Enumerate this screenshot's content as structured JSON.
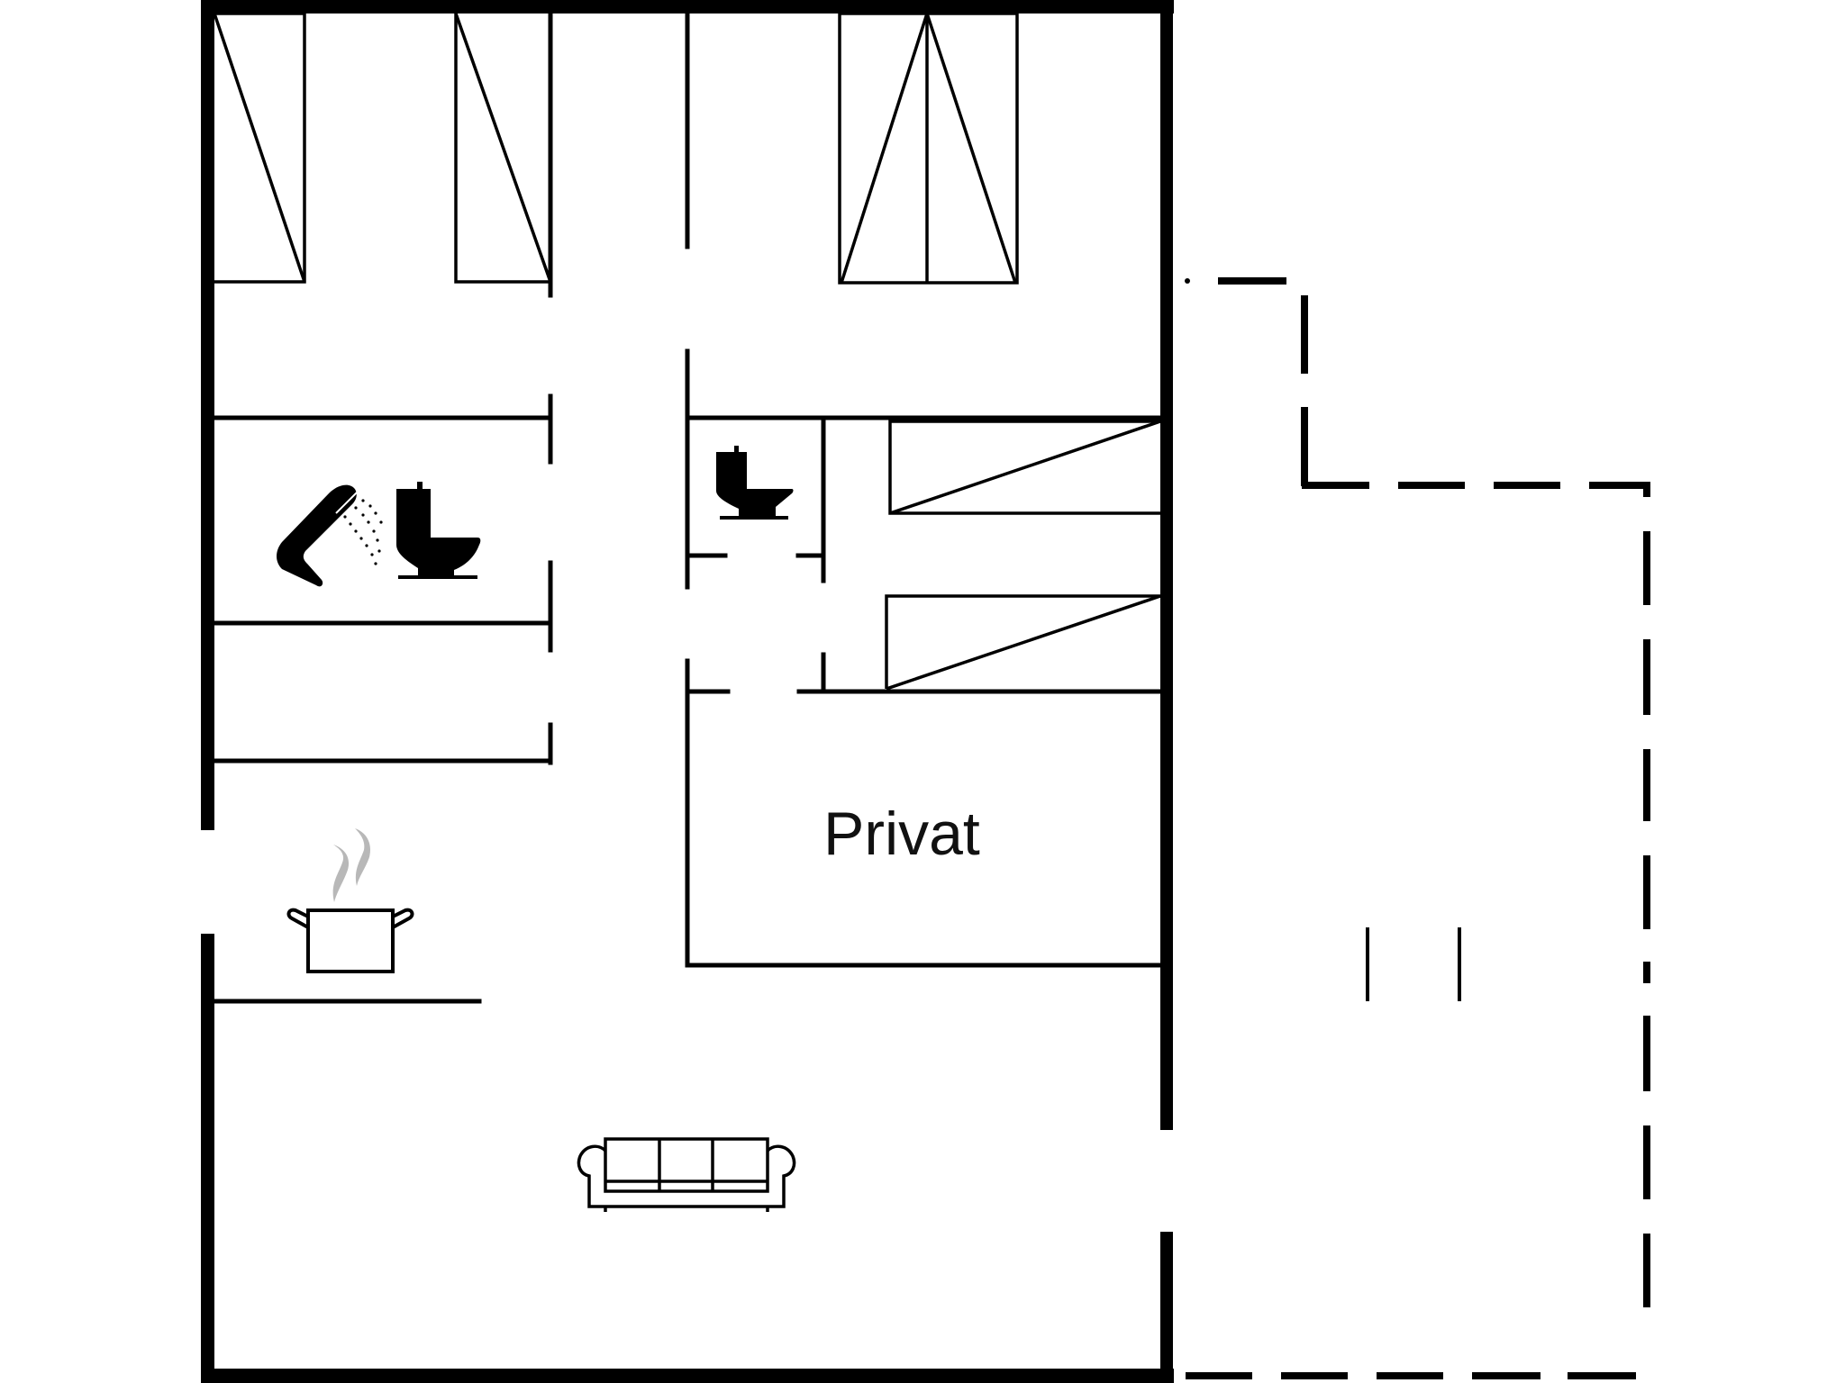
{
  "diagram": {
    "type": "floor-plan",
    "colors": {
      "background": "#ffffff",
      "wall": "#000000",
      "steam": "#b8b8b8",
      "label": "#111111"
    },
    "rooms": [
      {
        "id": "bedroom-1",
        "label": "",
        "features": [
          "wardrobe",
          "wardrobe"
        ]
      },
      {
        "id": "bathroom",
        "label": "",
        "features": [
          "shower",
          "toilet"
        ]
      },
      {
        "id": "storage",
        "label": ""
      },
      {
        "id": "bedroom-2",
        "label": "",
        "features": [
          "double-wardrobe"
        ]
      },
      {
        "id": "wc",
        "label": "",
        "features": [
          "toilet"
        ]
      },
      {
        "id": "bedroom-3",
        "label": "",
        "features": [
          "wardrobe",
          "wardrobe"
        ]
      },
      {
        "id": "private-room",
        "label": "Privat"
      },
      {
        "id": "kitchen",
        "label": "",
        "features": [
          "cooking-pot"
        ]
      },
      {
        "id": "living-room",
        "label": "",
        "features": [
          "sofa"
        ]
      },
      {
        "id": "terrace",
        "label": "",
        "outline": "dashed"
      }
    ],
    "labels": {
      "private_room": "Privat"
    },
    "icons": [
      "wardrobe-icon",
      "shower-icon",
      "toilet-icon",
      "cooking-pot-icon",
      "sofa-icon"
    ]
  }
}
